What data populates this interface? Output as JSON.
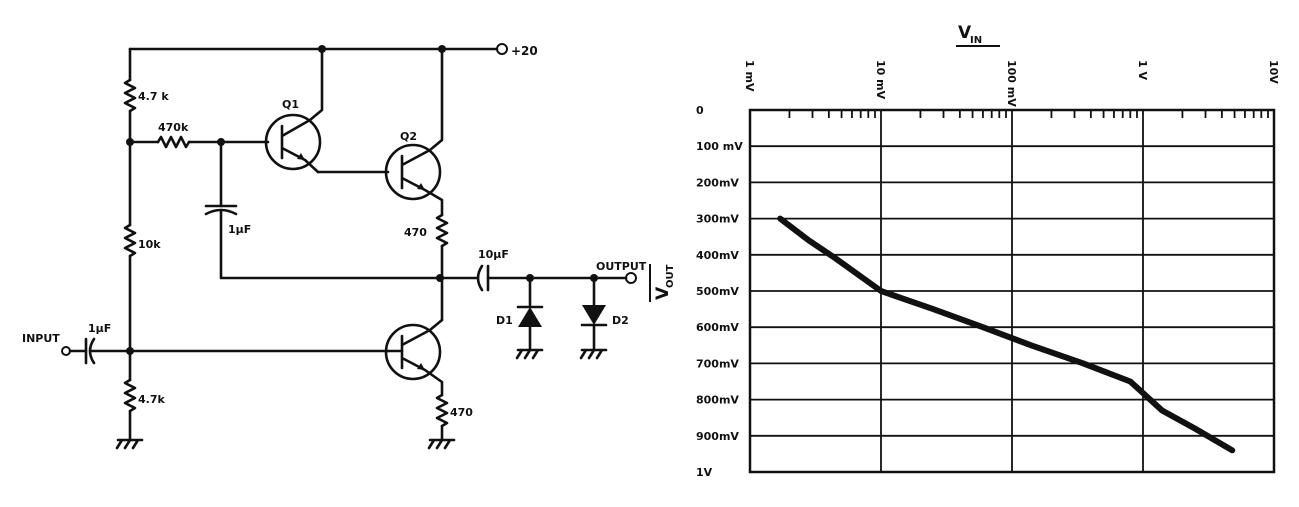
{
  "schematic": {
    "supply_label": "+20",
    "resistors": {
      "r_top": "4.7 k",
      "r_series": "470k",
      "r_mid": "10k",
      "r_bottom": "4.7k",
      "r_q2_emitter": "470",
      "r_q3_emitter": "470"
    },
    "capacitors": {
      "c_feedback": "1µF",
      "c_input": "1µF",
      "c_output": "10µF"
    },
    "transistors": {
      "q1": "Q1",
      "q2": "Q2"
    },
    "diodes": {
      "d1": "D1",
      "d2": "D2"
    },
    "terminals": {
      "input": "INPUT",
      "output": "OUTPUT"
    }
  },
  "chart_data": {
    "type": "line",
    "title": "VIN",
    "title_main": "V",
    "title_sub": "IN",
    "ylabel": "VOUT",
    "ylabel_main": "V",
    "ylabel_sub": "OUT",
    "x_scale": "log",
    "x_ticks": [
      "1 mV",
      "10 mV",
      "100 mV",
      "1 V",
      "10V"
    ],
    "x_tick_values": [
      0.001,
      0.01,
      0.1,
      1,
      10
    ],
    "y_ticks": [
      "0",
      "100 mV",
      "200mV",
      "300mV",
      "400mV",
      "500mV",
      "600mV",
      "700mV",
      "800mV",
      "900mV",
      "1V"
    ],
    "y_tick_values": [
      0,
      0.1,
      0.2,
      0.3,
      0.4,
      0.5,
      0.6,
      0.7,
      0.8,
      0.9,
      1.0
    ],
    "ylim": [
      0,
      1.0
    ],
    "xlim": [
      0.001,
      10
    ],
    "grid": true,
    "series": [
      {
        "x": [
          0.0017,
          0.0028,
          0.0045,
          0.01,
          0.025,
          0.06,
          0.14,
          0.35,
          0.8,
          1.4,
          2.5,
          4.8
        ],
        "y": [
          0.3,
          0.36,
          0.41,
          0.5,
          0.55,
          0.6,
          0.65,
          0.7,
          0.75,
          0.83,
          0.88,
          0.94
        ]
      }
    ]
  },
  "colors": {
    "ink": "#111111",
    "paper": "#ffffff"
  }
}
